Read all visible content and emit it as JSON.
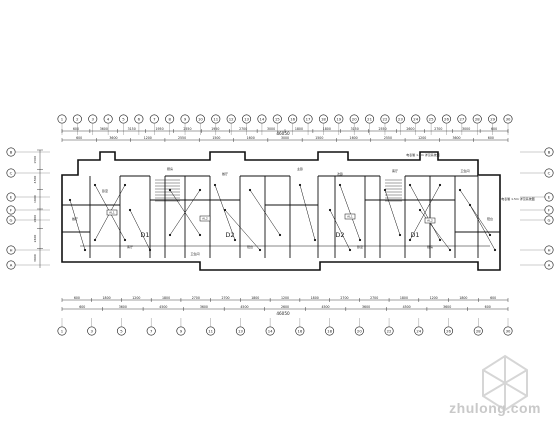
{
  "drawing": {
    "overall_dimension_top": "46050",
    "overall_dimension_bottom": "46050",
    "top_axes": [
      "1",
      "2",
      "3",
      "4",
      "5",
      "6",
      "7",
      "8",
      "9",
      "10",
      "11",
      "12",
      "13",
      "14",
      "15",
      "16",
      "17",
      "18",
      "19",
      "20",
      "21",
      "22",
      "23",
      "24",
      "25",
      "26",
      "27",
      "28",
      "29",
      "30"
    ],
    "bottom_axes": [
      "1",
      "3",
      "5",
      "7",
      "9",
      "11",
      "13",
      "14",
      "16",
      "18",
      "20",
      "22",
      "24",
      "26",
      "28",
      "30"
    ],
    "left_axes": [
      "B",
      "C",
      "E",
      "F",
      "G",
      "H",
      "A"
    ],
    "right_axes": [
      "B",
      "C",
      "E",
      "F",
      "G",
      "H",
      "A"
    ],
    "top_dims_row1": [
      "600",
      "3600",
      "3150",
      "1950",
      "2550",
      "1950",
      "2700",
      "3000",
      "1800",
      "1800",
      "3150",
      "2550",
      "2600",
      "2700",
      "3000",
      "600"
    ],
    "top_dims_row2": [
      "600",
      "3600",
      "1200",
      "2550",
      "1500",
      "1600",
      "3000",
      "1500",
      "1600",
      "2550",
      "1200",
      "3600",
      "600"
    ],
    "bottom_dims_row1": [
      "600",
      "1800",
      "1200",
      "1800",
      "2700",
      "2700",
      "1800",
      "1200",
      "1800",
      "2700",
      "2700",
      "1800",
      "1200",
      "1800",
      "600"
    ],
    "bottom_dims_row2": [
      "600",
      "3600",
      "4500",
      "3600",
      "4500",
      "2600",
      "4500",
      "3600",
      "4500",
      "3600",
      "600"
    ],
    "left_dims": [
      "1500",
      "4500",
      "1900",
      "1800",
      "2400",
      "3900"
    ],
    "units": [
      {
        "label": "D1"
      },
      {
        "label": "D2"
      },
      {
        "label": "D2"
      },
      {
        "label": "D1"
      }
    ],
    "room_labels": [
      "卧室",
      "客厅",
      "厨房",
      "卫生间",
      "餐厅",
      "阳台",
      "主卧",
      "次卧"
    ],
    "panel_labels": [
      "AL1",
      "AL2",
      "AL1",
      "AL2"
    ],
    "notes": [
      "电表箱 1.5m 详见系统图",
      "电表箱 1.5m 详见系统图"
    ]
  },
  "watermark": {
    "text": "zhulong.com"
  }
}
